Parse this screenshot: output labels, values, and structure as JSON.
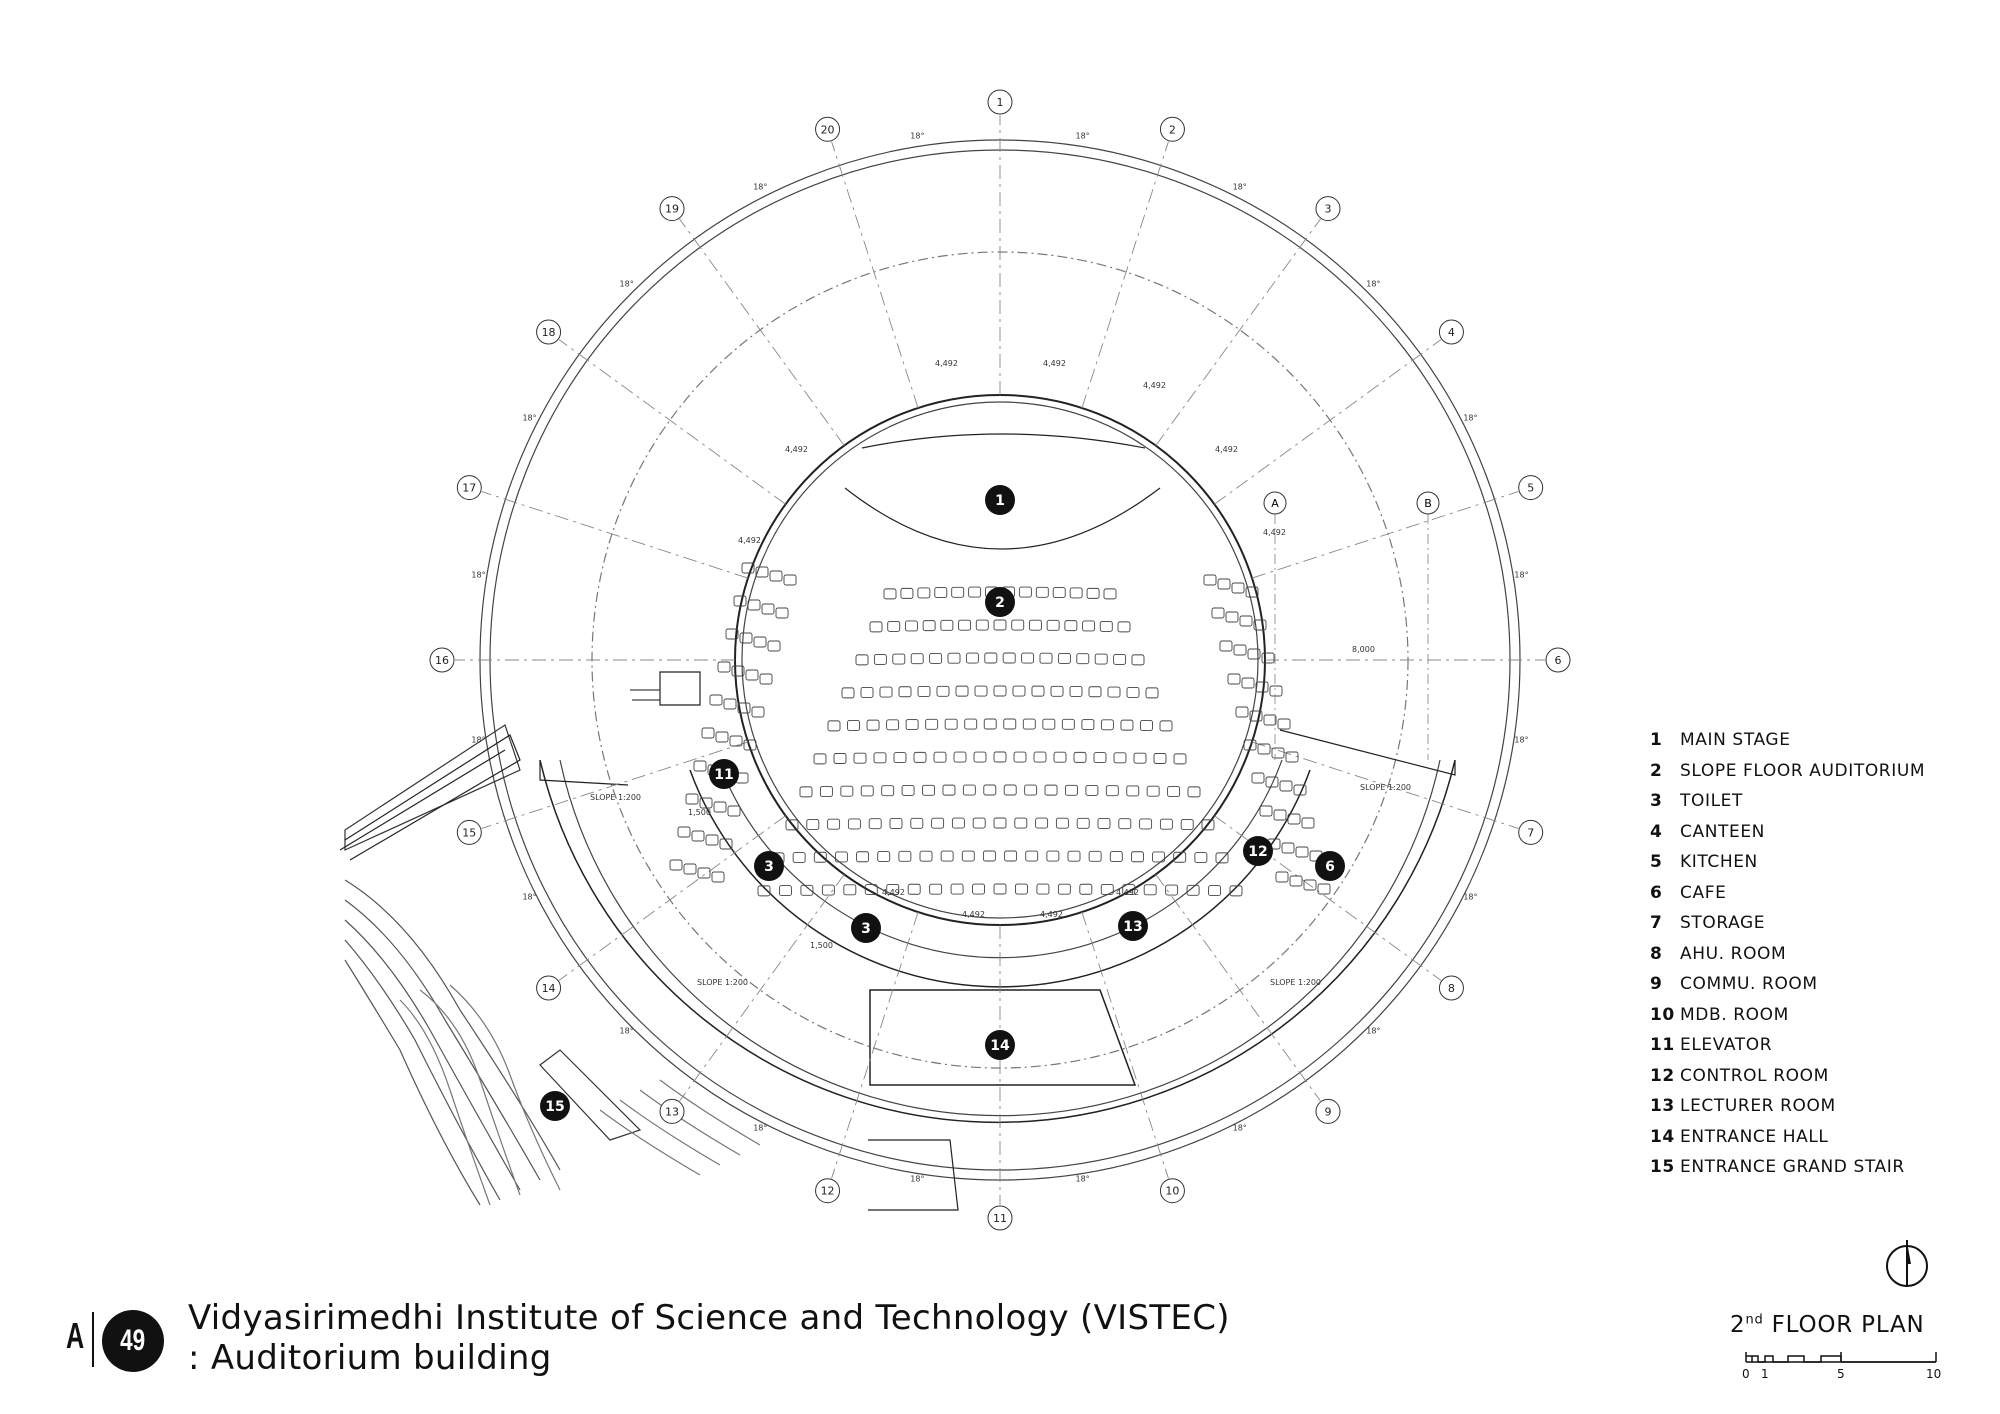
{
  "legend": [
    {
      "num": "1",
      "label": "MAIN STAGE"
    },
    {
      "num": "2",
      "label": "SLOPE FLOOR AUDITORIUM"
    },
    {
      "num": "3",
      "label": "TOILET"
    },
    {
      "num": "4",
      "label": "CANTEEN"
    },
    {
      "num": "5",
      "label": "KITCHEN"
    },
    {
      "num": "6",
      "label": "CAFE"
    },
    {
      "num": "7",
      "label": "STORAGE"
    },
    {
      "num": "8",
      "label": "AHU. ROOM"
    },
    {
      "num": "9",
      "label": "COMMU. ROOM"
    },
    {
      "num": "10",
      "label": "MDB. ROOM"
    },
    {
      "num": "11",
      "label": "ELEVATOR"
    },
    {
      "num": "12",
      "label": "CONTROL ROOM"
    },
    {
      "num": "13",
      "label": "LECTURER ROOM"
    },
    {
      "num": "14",
      "label": "ENTRANCE HALL"
    },
    {
      "num": "15",
      "label": "ENTRANCE GRAND STAIR"
    }
  ],
  "grid_labels": [
    "1",
    "2",
    "3",
    "4",
    "5",
    "6",
    "7",
    "8",
    "9",
    "10",
    "11",
    "12",
    "13",
    "14",
    "15",
    "16",
    "17",
    "18",
    "19",
    "20"
  ],
  "grid_letters": [
    "A",
    "B"
  ],
  "room_tags": [
    "1",
    "2",
    "3",
    "3",
    "6",
    "11",
    "12",
    "13",
    "14",
    "15"
  ],
  "dim_labels": {
    "chord": "4,492",
    "radius": "8,000",
    "slope": "SLOPE 1:200",
    "angle": "18°",
    "seat": "1,500"
  },
  "sheet": {
    "series": "A",
    "number": "49"
  },
  "title": {
    "line1": "Vidyasirimedhi Institute of Science and Technology (VISTEC)",
    "line2": ": Auditorium building"
  },
  "plan_title": {
    "pre": "2",
    "sup": "nd",
    "post": " FLOOR PLAN"
  },
  "scale_bar": {
    "ticks": [
      "0",
      "1",
      "5",
      "10"
    ]
  },
  "colors": {
    "ink": "#111111",
    "line": "#333333",
    "light": "#888888"
  }
}
